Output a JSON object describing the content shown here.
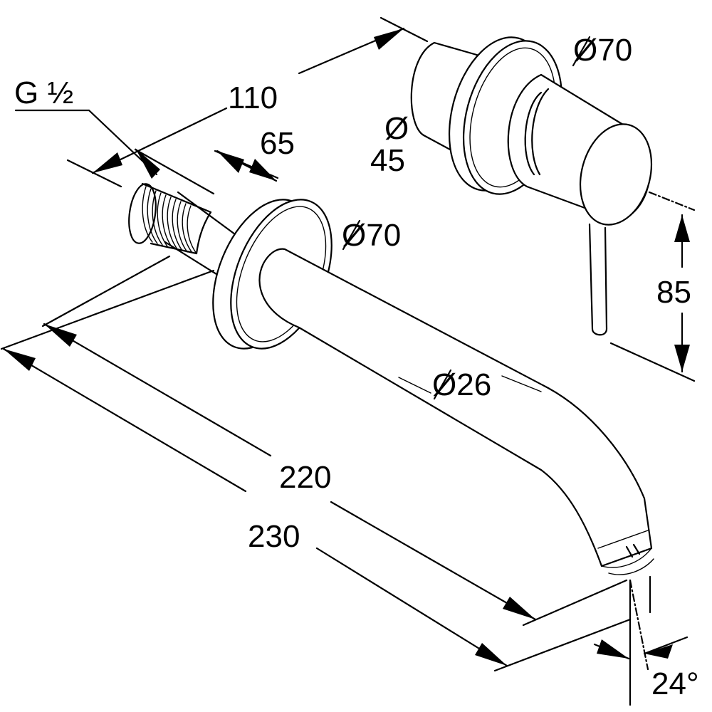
{
  "labels": {
    "thread": "G ½",
    "dim_110": "110",
    "dim_65": "65",
    "dia_70_top": "Ø70",
    "dia_45_sym": "Ø",
    "dia_45_val": "45",
    "dia_70_mid": "Ø70",
    "dim_85": "85",
    "dia_26": "Ø26",
    "dim_220": "220",
    "dim_230": "230",
    "angle_24": "24°"
  }
}
